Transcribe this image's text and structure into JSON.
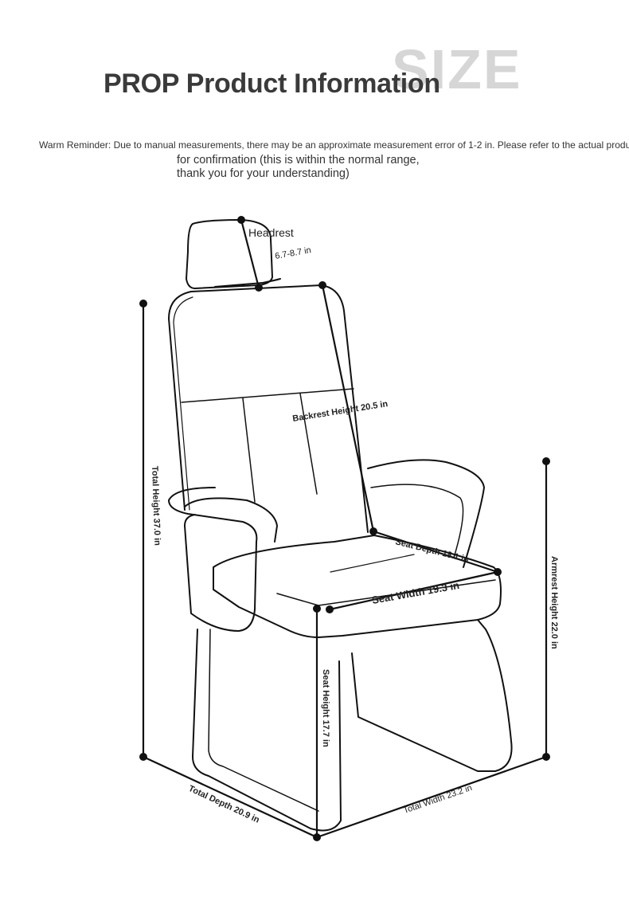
{
  "watermark": "SIZE",
  "title": "PROP Product Information",
  "reminder": "Warm Reminder: Due to manual measurements, there may be an approximate measurement error of 1-2 in. Please refer to the actual product",
  "confirmation_line1": "for confirmation (this is within the normal range,",
  "confirmation_line2": "thank you for your understanding)",
  "measurements": {
    "headrest_label": "Headrest",
    "headrest_value": "6.7-8.7 in",
    "backrest_height": "Backrest Height 20.5 in",
    "total_height": "Total Height 37.0 in",
    "seat_depth": "Seat Depth 18.1 in",
    "seat_width": "Seat Width 19.3 in",
    "armrest_height": "Armrest Height 22.0 in",
    "seat_height": "Seat Height 17.7 in",
    "total_depth": "Total Depth 20.9 in",
    "total_width": "Total Width 23.2 in"
  }
}
